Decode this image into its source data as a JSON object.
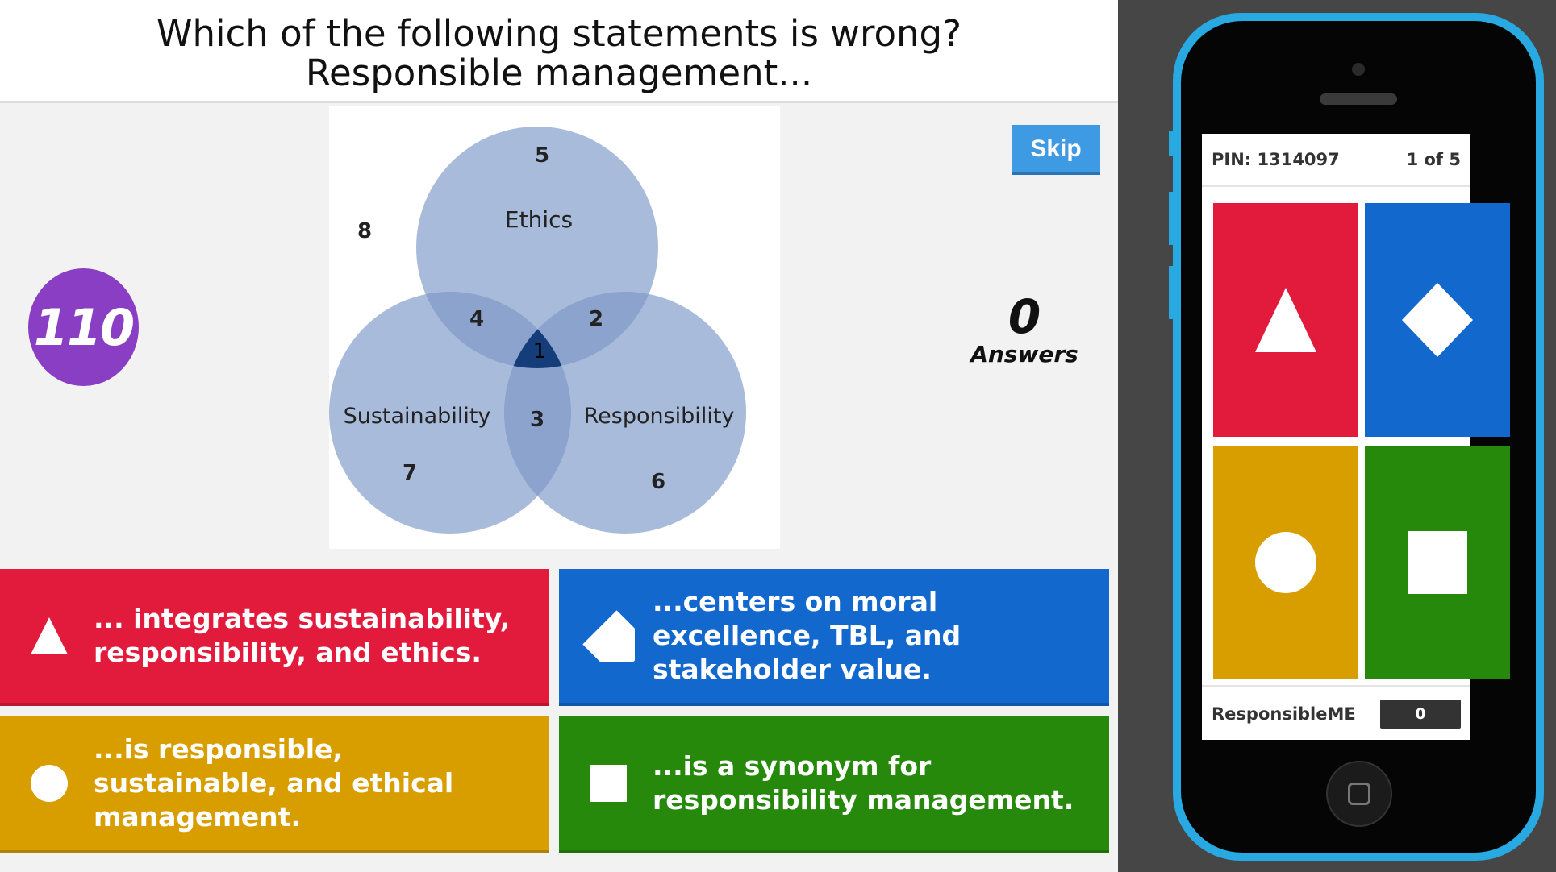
{
  "question": {
    "line1": "Which of the following statements is wrong?",
    "line2": "Responsible management..."
  },
  "timer": {
    "value": "110"
  },
  "skip_label": "Skip",
  "answers_counter": {
    "count": "0",
    "label": "Answers"
  },
  "venn": {
    "circle_labels": {
      "ethics": "Ethics",
      "sustainability": "Sustainability",
      "responsibility": "Responsibility"
    },
    "region_numbers": {
      "ethics_only": "5",
      "outside": "8",
      "ethics_sustainability": "4",
      "ethics_responsibility": "2",
      "center": "1",
      "sustainability_responsibility": "3",
      "sustainability_only": "7",
      "responsibility_only": "6"
    },
    "colors": {
      "circle": "#7b97c6",
      "center": "#153d7a"
    }
  },
  "answers": [
    {
      "shape": "triangle-icon",
      "color": "#e21b3c",
      "text": "... integrates sustainability, responsibility, and ethics."
    },
    {
      "shape": "diamond-icon",
      "color": "#1368ce",
      "text": "...centers on moral excellence, TBL, and stakeholder value."
    },
    {
      "shape": "circle-icon",
      "color": "#d89e00",
      "text": "...is responsible, sustainable, and ethical management."
    },
    {
      "shape": "square-icon",
      "color": "#26890c",
      "text": "...is a synonym for responsibility management."
    }
  ],
  "phone": {
    "pin": "PIN: 1314097",
    "progress": "1 of 5",
    "player_name": "ResponsibleME",
    "score": "0",
    "shell_color": "#29a9e1"
  }
}
